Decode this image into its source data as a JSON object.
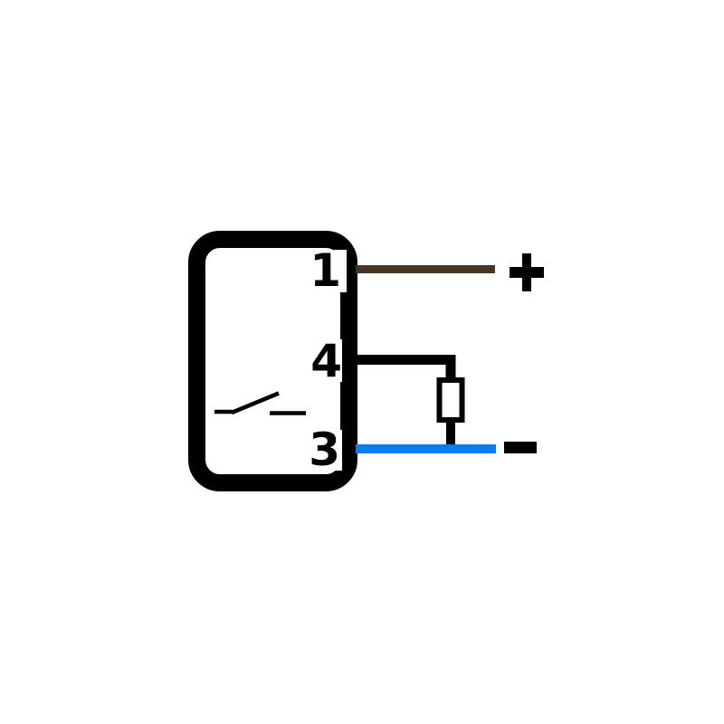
{
  "diagram": {
    "type": "sensor-wiring-schematic",
    "pins": [
      {
        "number": "1",
        "wire_name": "brown",
        "wire_color": "#473627",
        "connects_to": "+"
      },
      {
        "number": "4",
        "wire_name": "black",
        "wire_color": "#000000",
        "connects_to": "load-resistor"
      },
      {
        "number": "3",
        "wire_name": "blue",
        "wire_color": "#0a7cf2",
        "connects_to": "-"
      }
    ],
    "terminals": {
      "positive_symbol": "+",
      "negative_symbol": "-"
    },
    "components": {
      "sensor_body": "rounded-rectangle-outline",
      "internal_contact": "normally-open-switch",
      "load": "resistor"
    },
    "colors": {
      "outline_black": "#000000",
      "background": "#ffffff",
      "brown_wire": "#473627",
      "blue_wire": "#0a7cf2"
    }
  }
}
